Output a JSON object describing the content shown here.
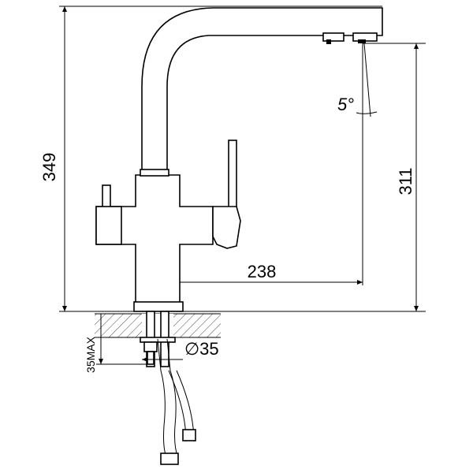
{
  "drawing": {
    "dimensions": {
      "total_height": "349",
      "spout_height": "311",
      "spout_reach": "238",
      "spout_angle": "5°",
      "hole_diameter": "∅35",
      "counter_thickness": "35MAX"
    }
  }
}
